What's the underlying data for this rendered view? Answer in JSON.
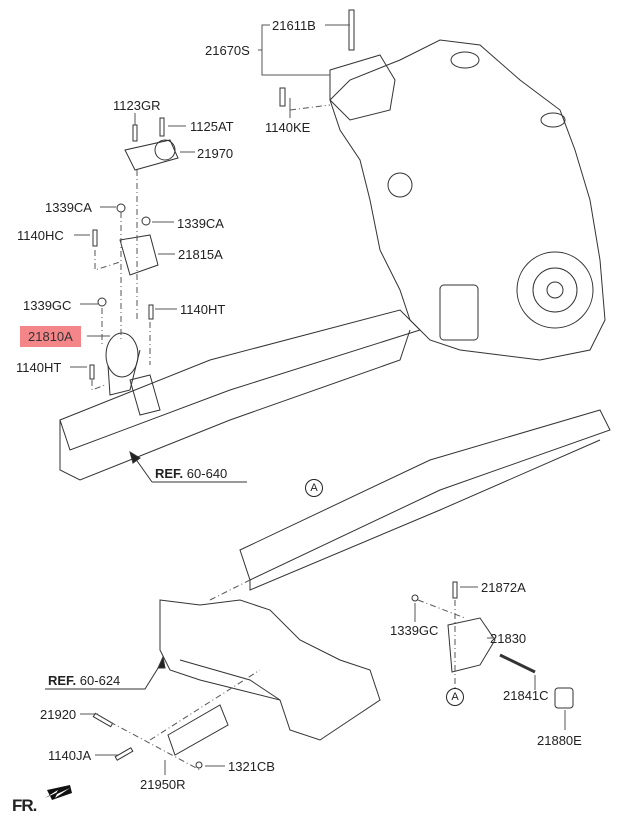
{
  "highlight_color": "#f4868a",
  "labels": {
    "p21611B": "21611B",
    "p21670S": "21670S",
    "p1140KE": "1140KE",
    "p1123GR": "1123GR",
    "p1125AT": "1125AT",
    "p21970": "21970",
    "p1339CA_a": "1339CA",
    "p1339CA_b": "1339CA",
    "p1140HC": "1140HC",
    "p21815A": "21815A",
    "p1339GC_a": "1339GC",
    "p1140HT_a": "1140HT",
    "p21810A": "21810A",
    "p1140HT_b": "1140HT",
    "p21872A": "21872A",
    "p1339GC_b": "1339GC",
    "p21830": "21830",
    "p21841C": "21841C",
    "p21880E": "21880E",
    "p21920": "21920",
    "p1140JA": "1140JA",
    "p21950R": "21950R",
    "p1321CB": "1321CB"
  },
  "refs": {
    "ref1_prefix": "REF.",
    "ref1_code": "60-640",
    "ref2_prefix": "REF.",
    "ref2_code": "60-624"
  },
  "markers": {
    "a1": "A",
    "a2": "A"
  },
  "direction": {
    "label": "FR."
  }
}
